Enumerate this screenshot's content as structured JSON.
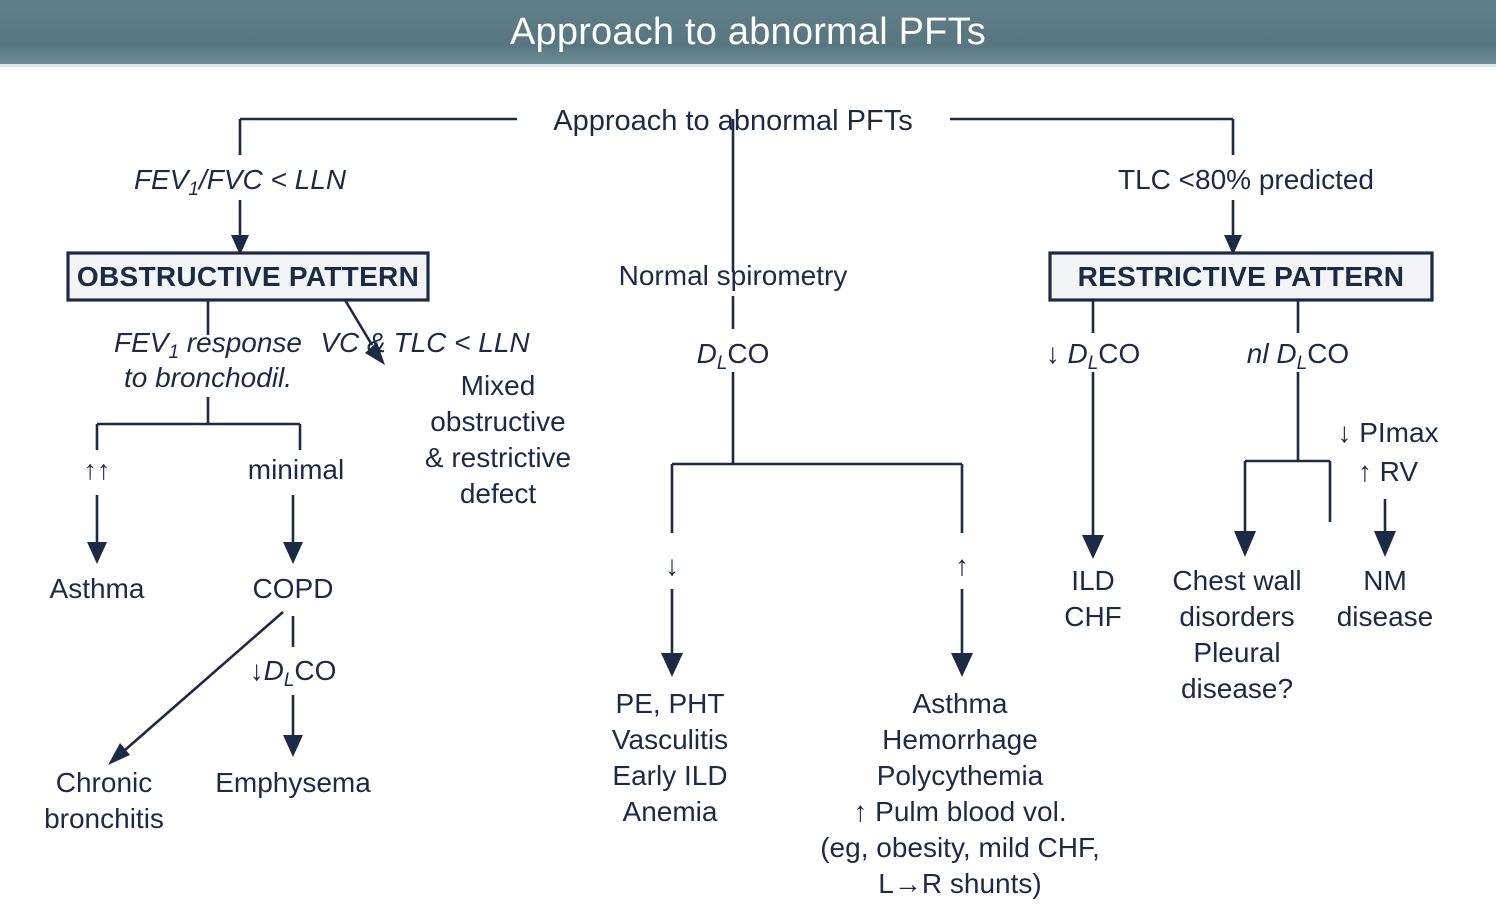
{
  "banner": {
    "title": "Approach to abnormal PFTs",
    "background_color": "#5a7d87",
    "text_color": "#ffffff"
  },
  "diagram": {
    "type": "flowchart",
    "title": "Approach to abnormal PFTs",
    "line_color": "#1b2a45",
    "box_fill_color": "#f2f4f6",
    "root_label": "Approach to abnormal PFTs",
    "branches": {
      "left": {
        "criterion": {
          "pre": "FEV",
          "sub": "1",
          "post": "/FVC < LLN"
        },
        "node_label": "OBSTRUCTIVE PATTERN",
        "test_left": {
          "line1_pre": "FEV",
          "line1_sub": "1",
          "line1_post": " response",
          "line2": "to bronchodil."
        },
        "test_right": "VC & TLC < LLN",
        "mixed_defect": [
          "Mixed",
          "obstructive",
          "& restrictive",
          "defect"
        ],
        "response_strong": "↑↑",
        "response_minimal": "minimal",
        "outcome_strong": "Asthma",
        "outcome_minimal": "COPD",
        "copd_test": {
          "pre": "↓",
          "italic": "D",
          "sub": "L",
          "post": "CO"
        },
        "outcome_chronic": [
          "Chronic",
          "bronchitis"
        ],
        "outcome_emphysema": "Emphysema"
      },
      "middle": {
        "criterion": "Normal spirometry",
        "test": {
          "italic": "D",
          "sub": "L",
          "post": "CO"
        },
        "fork_low": "↓",
        "fork_high": "↑",
        "outcomes_low": [
          "PE, PHT",
          "Vasculitis",
          "Early ILD",
          "Anemia"
        ],
        "outcomes_high": [
          "Asthma",
          "Hemorrhage",
          "Polycythemia",
          "↑ Pulm blood vol.",
          "(eg, obesity, mild CHF,",
          "L→R shunts)"
        ]
      },
      "right": {
        "criterion": "TLC <80% predicted",
        "node_label": "RESTRICTIVE PATTERN",
        "test_low": {
          "pre": "↓ ",
          "italic": "D",
          "sub": "L",
          "post": "CO"
        },
        "test_normal": {
          "pre": "nl ",
          "italic": "D",
          "sub": "L",
          "post": "CO"
        },
        "outcomes_low": [
          "ILD",
          "CHF"
        ],
        "nm_markers": [
          "↓ PImax",
          "↑ RV"
        ],
        "outcomes_chestwall": [
          "Chest wall",
          "disorders",
          "Pleural",
          "disease?"
        ],
        "outcomes_nm": [
          "NM",
          "disease"
        ]
      }
    }
  }
}
